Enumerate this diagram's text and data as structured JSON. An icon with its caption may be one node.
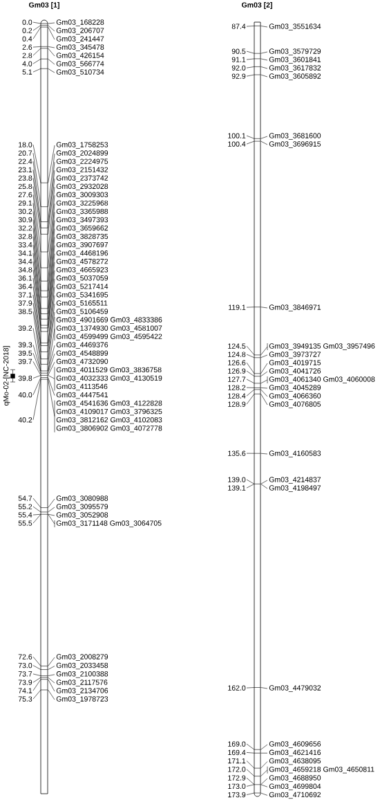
{
  "diagram": {
    "nodes": [
      {
        "text": [
          "Gm03 [1]"
        ]
      },
      {
        "text": [
          "0.0"
        ]
      },
      {
        "text": [
          "Gm03_168228"
        ]
      },
      {
        "text": [
          "0.2"
        ]
      },
      {
        "text": [
          "Gm03_206707"
        ]
      },
      {
        "text": [
          "0.4"
        ]
      },
      {
        "text": [
          "Gm03_241447"
        ]
      },
      {
        "text": [
          "2.6"
        ]
      },
      {
        "text": [
          "Gm03_345478"
        ]
      },
      {
        "text": [
          "2.8"
        ]
      },
      {
        "text": [
          "Gm03_426154"
        ]
      },
      {
        "text": [
          "4.0"
        ]
      },
      {
        "text": [
          "Gm03_566774"
        ]
      },
      {
        "text": [
          "5.1"
        ]
      },
      {
        "text": [
          "Gm03_510734"
        ]
      },
      {
        "text": [
          "18.0"
        ]
      },
      {
        "text": [
          "Gm03_1758253"
        ]
      },
      {
        "text": [
          "20.7"
        ]
      },
      {
        "text": [
          "Gm03_2024899"
        ]
      },
      {
        "text": [
          "22.4"
        ]
      },
      {
        "text": [
          "Gm03_2224975"
        ]
      },
      {
        "text": [
          "23.1"
        ]
      },
      {
        "text": [
          "Gm03_2151432"
        ]
      },
      {
        "text": [
          "23.8"
        ]
      },
      {
        "text": [
          "Gm03_2373742"
        ]
      },
      {
        "text": [
          "25.8"
        ]
      },
      {
        "text": [
          "Gm03_2932028"
        ]
      },
      {
        "text": [
          "27.6"
        ]
      },
      {
        "text": [
          "Gm03_3009303"
        ]
      },
      {
        "text": [
          "29.1"
        ]
      },
      {
        "text": [
          "Gm03_3225968"
        ]
      },
      {
        "text": [
          "30.2"
        ]
      },
      {
        "text": [
          "Gm03_3365988"
        ]
      },
      {
        "text": [
          "30.9"
        ]
      },
      {
        "text": [
          "Gm03_3497393"
        ]
      },
      {
        "text": [
          "32.2"
        ]
      },
      {
        "text": [
          "Gm03_3659662"
        ]
      },
      {
        "text": [
          "32.8"
        ]
      },
      {
        "text": [
          "Gm03_3828735"
        ]
      },
      {
        "text": [
          "33.4"
        ]
      },
      {
        "text": [
          "Gm03_3907697"
        ]
      },
      {
        "text": [
          "34.1"
        ]
      },
      {
        "text": [
          "Gm03_4468196"
        ]
      },
      {
        "text": [
          "34.4"
        ]
      },
      {
        "text": [
          "Gm03_4578272"
        ]
      },
      {
        "text": [
          "34.8"
        ]
      },
      {
        "text": [
          "Gm03_4665923"
        ]
      },
      {
        "text": [
          "36.1"
        ]
      },
      {
        "text": [
          "Gm03_5037059"
        ]
      },
      {
        "text": [
          "36.4"
        ]
      },
      {
        "text": [
          "Gm03_5217414"
        ]
      },
      {
        "text": [
          "37.1"
        ]
      },
      {
        "text": [
          "Gm03_5341695"
        ]
      },
      {
        "text": [
          "37.9"
        ]
      },
      {
        "text": [
          "Gm03_5165511"
        ]
      },
      {
        "text": [
          "38.5"
        ]
      },
      {
        "text": [
          "Gm03_5106459"
        ]
      },
      {
        "text": [
          "39.2"
        ]
      },
      {
        "text": [
          "Gm03_4901669 Gm03_4833386",
          "Gm03_1374930 Gm03_4581007",
          "Gm03_4599499 Gm03_4595422"
        ]
      },
      {
        "text": [
          "39.3"
        ]
      },
      {
        "text": [
          "Gm03_4469376"
        ]
      },
      {
        "text": [
          "39.5"
        ]
      },
      {
        "text": [
          "Gm03_4548899"
        ]
      },
      {
        "text": [
          "39.7"
        ]
      },
      {
        "text": [
          "Gm03_4732090"
        ]
      },
      {
        "text": [
          "39.8"
        ]
      },
      {
        "text": [
          "Gm03_4011529 Gm03_3836758",
          "Gm03_4032333 Gm03_4130519",
          "Gm03_4113546"
        ]
      },
      {
        "text": [
          "40.0"
        ]
      },
      {
        "text": [
          "Gm03_4447541"
        ]
      },
      {
        "text": [
          "40.2"
        ]
      },
      {
        "text": [
          "Gm03_4541636 Gm03_4122828",
          "Gm03_4109017 Gm03_3796325",
          "Gm03_3812162 Gm03_4102083",
          "Gm03_3806902 Gm03_4072778"
        ]
      },
      {
        "text": [
          "54.7"
        ]
      },
      {
        "text": [
          "Gm03_3080988"
        ]
      },
      {
        "text": [
          "55.2"
        ]
      },
      {
        "text": [
          "Gm03_3095579"
        ]
      },
      {
        "text": [
          "55.4"
        ]
      },
      {
        "text": [
          "Gm03_3052908"
        ]
      },
      {
        "text": [
          "55.5"
        ]
      },
      {
        "text": [
          "Gm03_3171148 Gm03_3064705"
        ]
      },
      {
        "text": [
          "72.6"
        ]
      },
      {
        "text": [
          "Gm03_2008279"
        ]
      },
      {
        "text": [
          "73.0"
        ]
      },
      {
        "text": [
          "Gm03_2033458"
        ]
      },
      {
        "text": [
          "73.7"
        ]
      },
      {
        "text": [
          "Gm03_2100388"
        ]
      },
      {
        "text": [
          "73.9"
        ]
      },
      {
        "text": [
          "Gm03_2117576"
        ]
      },
      {
        "text": [
          "74.1"
        ]
      },
      {
        "text": [
          "Gm03_2134706"
        ]
      },
      {
        "text": [
          "75.3"
        ]
      },
      {
        "text": [
          "Gm03_1978723"
        ]
      },
      {
        "text": [
          "Gm03 [2]"
        ]
      },
      {
        "text": [
          "87.4"
        ]
      },
      {
        "text": [
          "Gm03_3551634"
        ]
      },
      {
        "text": [
          "90.5"
        ]
      },
      {
        "text": [
          "Gm03_3579729"
        ]
      },
      {
        "text": [
          "91.1"
        ]
      },
      {
        "text": [
          "Gm03_3601841"
        ]
      },
      {
        "text": [
          "92.0"
        ]
      },
      {
        "text": [
          "Gm03_3617832"
        ]
      },
      {
        "text": [
          "92.9"
        ]
      },
      {
        "text": [
          "Gm03_3605892"
        ]
      },
      {
        "text": [
          "100.1"
        ]
      },
      {
        "text": [
          "Gm03_3681600"
        ]
      },
      {
        "text": [
          "100.4"
        ]
      },
      {
        "text": [
          "Gm03_3696915"
        ]
      },
      {
        "text": [
          "119.1"
        ]
      },
      {
        "text": [
          "Gm03_3846971"
        ]
      },
      {
        "text": [
          "124.5"
        ]
      },
      {
        "text": [
          "Gm03_3949135 Gm03_3957496"
        ]
      },
      {
        "text": [
          "124.8"
        ]
      },
      {
        "text": [
          "Gm03_3973727"
        ]
      },
      {
        "text": [
          "126.6"
        ]
      },
      {
        "text": [
          "Gm03_4019715"
        ]
      },
      {
        "text": [
          "126.9"
        ]
      },
      {
        "text": [
          "Gm03_4041726"
        ]
      },
      {
        "text": [
          "127.7"
        ]
      },
      {
        "text": [
          "Gm03_4061340 Gm03_4060008"
        ]
      },
      {
        "text": [
          "128.2"
        ]
      },
      {
        "text": [
          "Gm03_4045289"
        ]
      },
      {
        "text": [
          "128.4"
        ]
      },
      {
        "text": [
          "Gm03_4066360"
        ]
      },
      {
        "text": [
          "128.9"
        ]
      },
      {
        "text": [
          "Gm03_4076805"
        ]
      },
      {
        "text": [
          "135.6"
        ]
      },
      {
        "text": [
          "Gm03_4160583"
        ]
      },
      {
        "text": [
          "139.0"
        ]
      },
      {
        "text": [
          "Gm03_4214837"
        ]
      },
      {
        "text": [
          "139.1"
        ]
      },
      {
        "text": [
          "Gm03_4198497"
        ]
      },
      {
        "text": [
          "162.0"
        ]
      },
      {
        "text": [
          "Gm03_4479032"
        ]
      },
      {
        "text": [
          "169.0"
        ]
      },
      {
        "text": [
          "Gm03_4609656"
        ]
      },
      {
        "text": [
          "169.4"
        ]
      },
      {
        "text": [
          "Gm03_4621416"
        ]
      },
      {
        "text": [
          "171.1"
        ]
      },
      {
        "text": [
          "Gm03_4638095"
        ]
      },
      {
        "text": [
          "172.0"
        ]
      },
      {
        "text": [
          "Gm03_4659218 Gm03_4650811"
        ]
      },
      {
        "text": [
          "172.9"
        ]
      },
      {
        "text": [
          "Gm03_4688950"
        ]
      },
      {
        "text": [
          "173.0"
        ]
      },
      {
        "text": [
          "Gm03_4699804"
        ]
      },
      {
        "text": [
          "173.9"
        ]
      },
      {
        "text": [
          "Gm03_4710692"
        ]
      }
    ],
    "edges": [
      {
        "from": 1,
        "to": 0,
        "arrow": "none"
      },
      {
        "from": 2,
        "to": 0,
        "arrow": "none"
      },
      {
        "from": 3,
        "to": 0,
        "arrow": "none"
      },
      {
        "from": 4,
        "to": 0,
        "arrow": "none"
      },
      {
        "from": 5,
        "to": 0,
        "arrow": "none"
      },
      {
        "from": 6,
        "to": 0,
        "arrow": "none"
      },
      {
        "from": 7,
        "to": 0,
        "arrow": "none"
      },
      {
        "from": 8,
        "to": 0,
        "arrow": "none"
      },
      {
        "from": 9,
        "to": 0,
        "arrow": "none"
      },
      {
        "from": 10,
        "to": 0,
        "arrow": "none"
      },
      {
        "from": 11,
        "to": 0,
        "arrow": "none"
      },
      {
        "from": 12,
        "to": 0,
        "arrow": "none"
      },
      {
        "from": 13,
        "to": 0,
        "arrow": "none"
      },
      {
        "from": 14,
        "to": 0,
        "arrow": "none"
      },
      {
        "from": 15,
        "to": 0,
        "arrow": "none"
      },
      {
        "from": 16,
        "to": 0,
        "arrow": "none"
      },
      {
        "from": 17,
        "to": 0,
        "arrow": "none"
      },
      {
        "from": 18,
        "to": 0,
        "arrow": "none"
      },
      {
        "from": 19,
        "to": 0,
        "arrow": "none"
      },
      {
        "from": 20,
        "to": 0,
        "arrow": "none"
      },
      {
        "from": 21,
        "to": 0,
        "arrow": "none"
      },
      {
        "from": 22,
        "to": 0,
        "arrow": "none"
      },
      {
        "from": 23,
        "to": 0,
        "arrow": "none"
      },
      {
        "from": 24,
        "to": 0,
        "arrow": "none"
      },
      {
        "from": 25,
        "to": 0,
        "arrow": "none"
      },
      {
        "from": 26,
        "to": 0,
        "arrow": "none"
      },
      {
        "from": 27,
        "to": 0,
        "arrow": "none"
      },
      {
        "from": 28,
        "to": 0,
        "arrow": "none"
      },
      {
        "from": 29,
        "to": 0,
        "arrow": "none"
      },
      {
        "from": 30,
        "to": 0,
        "arrow": "none"
      },
      {
        "from": 31,
        "to": 0,
        "arrow": "none"
      },
      {
        "from": 32,
        "to": 0,
        "arrow": "none"
      },
      {
        "from": 33,
        "to": 0,
        "arrow": "none"
      },
      {
        "from": 34,
        "to": 0,
        "arrow": "none"
      },
      {
        "from": 35,
        "to": 0,
        "arrow": "none"
      },
      {
        "from": 36,
        "to": 0,
        "arrow": "none"
      },
      {
        "from": 37,
        "to": 0,
        "arrow": "none"
      },
      {
        "from": 38,
        "to": 0,
        "arrow": "none"
      },
      {
        "from": 39,
        "to": 0,
        "arrow": "none"
      },
      {
        "from": 40,
        "to": 0,
        "arrow": "none"
      },
      {
        "from": 41,
        "to": 0,
        "arrow": "none"
      },
      {
        "from": 42,
        "to": 0,
        "arrow": "none"
      },
      {
        "from": 43,
        "to": 0,
        "arrow": "none"
      },
      {
        "from": 44,
        "to": 0,
        "arrow": "none"
      },
      {
        "from": 45,
        "to": 0,
        "arrow": "none"
      },
      {
        "from": 46,
        "to": 0,
        "arrow": "none"
      },
      {
        "from": 47,
        "to": 0,
        "arrow": "none"
      },
      {
        "from": 48,
        "to": 0,
        "arrow": "none"
      },
      {
        "from": 49,
        "to": 0,
        "arrow": "none"
      },
      {
        "from": 50,
        "to": 0,
        "arrow": "none"
      },
      {
        "from": 51,
        "to": 0,
        "arrow": "none"
      },
      {
        "from": 52,
        "to": 0,
        "arrow": "none"
      },
      {
        "from": 53,
        "to": 0,
        "arrow": "none"
      },
      {
        "from": 54,
        "to": 0,
        "arrow": "none"
      },
      {
        "from": 55,
        "to": 0,
        "arrow": "none"
      },
      {
        "from": 56,
        "to": 0,
        "arrow": "none"
      },
      {
        "from": 57,
        "to": 0,
        "arrow": "none"
      },
      {
        "from": 58,
        "to": 0,
        "arrow": "none"
      },
      {
        "from": 59,
        "to": 0,
        "arrow": "none"
      },
      {
        "from": 60,
        "to": 0,
        "arrow": "none"
      },
      {
        "from": 61,
        "to": 0,
        "arrow": "none"
      },
      {
        "from": 62,
        "to": 0,
        "arrow": "none"
      },
      {
        "from": 63,
        "to": 0,
        "arrow": "none"
      },
      {
        "from": 64,
        "to": 0,
        "arrow": "none"
      },
      {
        "from": 65,
        "to": 0,
        "arrow": "none"
      },
      {
        "from": 66,
        "to": 0,
        "arrow": "none"
      },
      {
        "from": 67,
        "to": 0,
        "arrow": "none"
      },
      {
        "from": 68,
        "to": 0,
        "arrow": "none"
      },
      {
        "from": 69,
        "to": 0,
        "arrow": "none"
      },
      {
        "from": 70,
        "to": 0,
        "arrow": "none"
      },
      {
        "from": 71,
        "to": 0,
        "arrow": "none"
      },
      {
        "from": 72,
        "to": 0,
        "arrow": "none"
      },
      {
        "from": 73,
        "to": 0,
        "arrow": "none"
      },
      {
        "from": 74,
        "to": 0,
        "arrow": "none"
      },
      {
        "from": 75,
        "to": 0,
        "arrow": "none"
      },
      {
        "from": 76,
        "to": 0,
        "arrow": "none"
      },
      {
        "from": 77,
        "to": 0,
        "arrow": "none"
      },
      {
        "from": 78,
        "to": 0,
        "arrow": "none"
      },
      {
        "from": 79,
        "to": 0,
        "arrow": "none"
      },
      {
        "from": 80,
        "to": 0,
        "arrow": "none"
      },
      {
        "from": 81,
        "to": 0,
        "arrow": "none"
      },
      {
        "from": 82,
        "to": 0,
        "arrow": "none"
      },
      {
        "from": 83,
        "to": 0,
        "arrow": "none"
      },
      {
        "from": 84,
        "to": 0,
        "arrow": "none"
      },
      {
        "from": 85,
        "to": 0,
        "arrow": "none"
      },
      {
        "from": 86,
        "to": 0,
        "arrow": "none"
      },
      {
        "from": 87,
        "to": 0,
        "arrow": "none"
      },
      {
        "from": 88,
        "to": 0,
        "arrow": "none"
      },
      {
        "from": 89,
        "to": 0,
        "arrow": "none"
      },
      {
        "from": 90,
        "to": 0,
        "arrow": "none"
      },
      {
        "from": 92,
        "to": 91,
        "arrow": "none"
      },
      {
        "from": 93,
        "to": 91,
        "arrow": "none"
      },
      {
        "from": 94,
        "to": 91,
        "arrow": "none"
      },
      {
        "from": 95,
        "to": 91,
        "arrow": "none"
      },
      {
        "from": 96,
        "to": 91,
        "arrow": "none"
      },
      {
        "from": 97,
        "to": 91,
        "arrow": "none"
      },
      {
        "from": 98,
        "to": 91,
        "arrow": "none"
      },
      {
        "from": 99,
        "to": 91,
        "arrow": "none"
      },
      {
        "from": 100,
        "to": 91,
        "arrow": "none"
      },
      {
        "from": 101,
        "to": 91,
        "arrow": "none"
      },
      {
        "from": 102,
        "to": 91,
        "arrow": "none"
      },
      {
        "from": 103,
        "to": 91,
        "arrow": "none"
      },
      {
        "from": 104,
        "to": 91,
        "arrow": "none"
      },
      {
        "from": 105,
        "to": 91,
        "arrow": "none"
      },
      {
        "from": 106,
        "to": 91,
        "arrow": "none"
      },
      {
        "from": 107,
        "to": 91,
        "arrow": "none"
      },
      {
        "from": 108,
        "to": 91,
        "arrow": "none"
      },
      {
        "from": 109,
        "to": 91,
        "arrow": "none"
      },
      {
        "from": 110,
        "to": 91,
        "arrow": "none"
      },
      {
        "from": 111,
        "to": 91,
        "arrow": "none"
      },
      {
        "from": 112,
        "to": 91,
        "arrow": "none"
      },
      {
        "from": 113,
        "to": 91,
        "arrow": "none"
      },
      {
        "from": 114,
        "to": 91,
        "arrow": "none"
      },
      {
        "from": 115,
        "to": 91,
        "arrow": "none"
      },
      {
        "from": 116,
        "to": 91,
        "arrow": "none"
      },
      {
        "from": 117,
        "to": 91,
        "arrow": "none"
      },
      {
        "from": 118,
        "to": 91,
        "arrow": "none"
      },
      {
        "from": 119,
        "to": 91,
        "arrow": "none"
      },
      {
        "from": 120,
        "to": 91,
        "arrow": "none"
      },
      {
        "from": 121,
        "to": 91,
        "arrow": "none"
      },
      {
        "from": 122,
        "to": 91,
        "arrow": "none"
      },
      {
        "from": 123,
        "to": 91,
        "arrow": "none"
      },
      {
        "from": 124,
        "to": 91,
        "arrow": "none"
      },
      {
        "from": 125,
        "to": 91,
        "arrow": "none"
      },
      {
        "from": 126,
        "to": 91,
        "arrow": "none"
      },
      {
        "from": 127,
        "to": 91,
        "arrow": "none"
      },
      {
        "from": 128,
        "to": 91,
        "arrow": "none"
      },
      {
        "from": 129,
        "to": 91,
        "arrow": "none"
      },
      {
        "from": 130,
        "to": 91,
        "arrow": "none"
      },
      {
        "from": 131,
        "to": 91,
        "arrow": "none"
      },
      {
        "from": 132,
        "to": 91,
        "arrow": "none"
      },
      {
        "from": 133,
        "to": 91,
        "arrow": "none"
      },
      {
        "from": 134,
        "to": 91,
        "arrow": "none"
      },
      {
        "from": 135,
        "to": 91,
        "arrow": "none"
      },
      {
        "from": 136,
        "to": 91,
        "arrow": "none"
      },
      {
        "from": 137,
        "to": 91,
        "arrow": "none"
      },
      {
        "from": 138,
        "to": 91,
        "arrow": "none"
      },
      {
        "from": 139,
        "to": 91,
        "arrow": "none"
      },
      {
        "from": 140,
        "to": 91,
        "arrow": "none"
      },
      {
        "from": 141,
        "to": 91,
        "arrow": "none"
      },
      {
        "from": 142,
        "to": 91,
        "arrow": "none"
      },
      {
        "from": 143,
        "to": 91,
        "arrow": "none"
      },
      {
        "from": 144,
        "to": 91,
        "arrow": "none"
      },
      {
        "from": 145,
        "to": 91,
        "arrow": "none"
      }
    ],
    "labels": [
      "qMo-02-[NC-2018]"
    ]
  }
}
